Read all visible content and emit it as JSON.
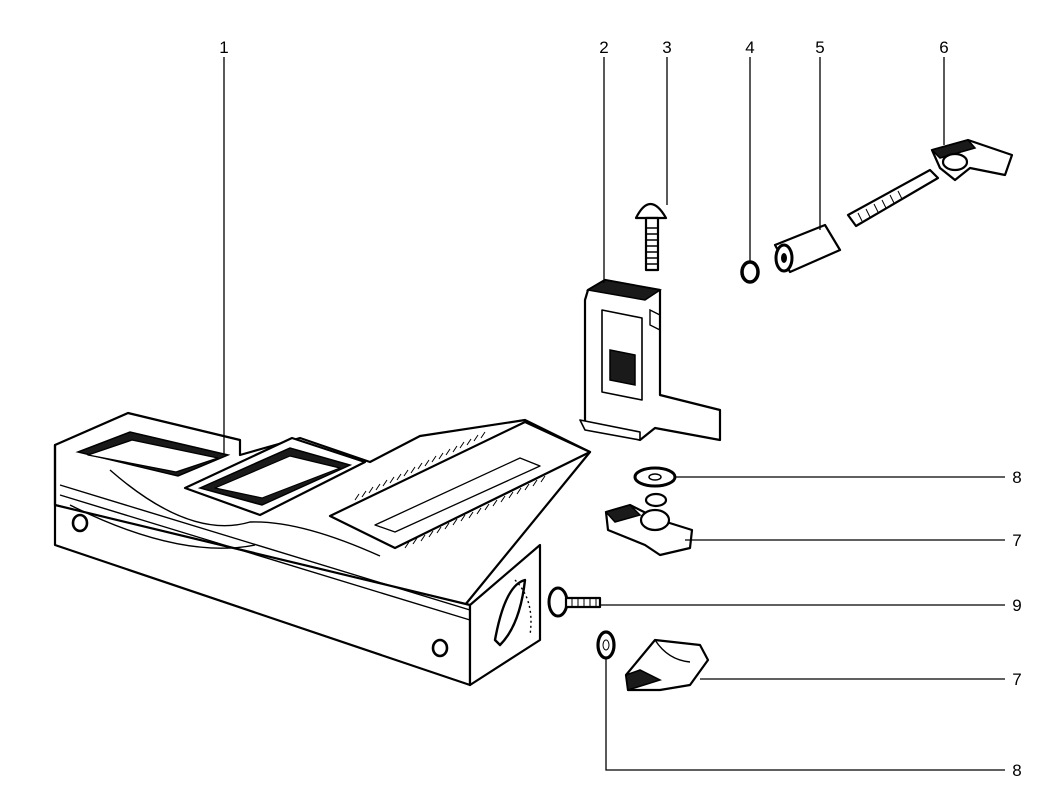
{
  "callouts": {
    "c1": "1",
    "c2": "2",
    "c3": "3",
    "c4": "4",
    "c5": "5",
    "c6": "6",
    "c7a": "7",
    "c7b": "7",
    "c8a": "8",
    "c8b": "8",
    "c9": "9"
  },
  "colors": {
    "ink": "#000000",
    "paper": "#ffffff"
  }
}
